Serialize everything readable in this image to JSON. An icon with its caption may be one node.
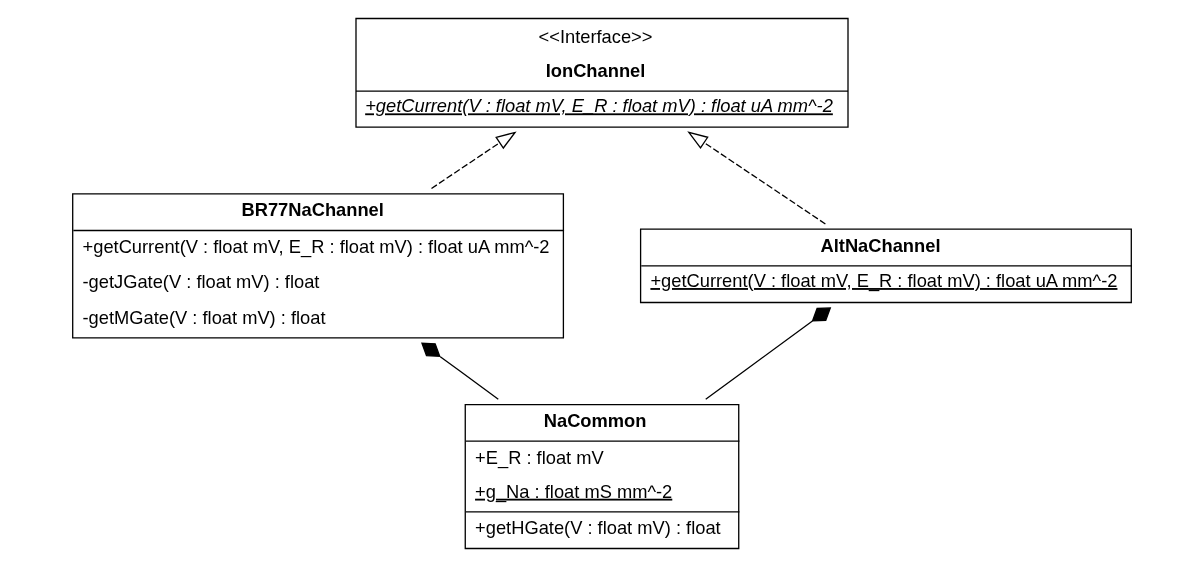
{
  "diagram": {
    "nodes": [
      {
        "text": [
          "<<Interface>>",
          "IonChannel",
          "+getCurrent(V : float mV, E_R : float mV) : float uA mm^-2"
        ]
      },
      {
        "text": [
          "BR77NaChannel",
          "+getCurrent(V : float mV, E_R : float mV) : float uA mm^-2",
          "-getJGate(V : float mV) : float",
          "-getMGate(V : float mV) : float"
        ]
      },
      {
        "text": [
          "AltNaChannel",
          "+getCurrent(V : float mV, E_R : float mV) : float uA mm^-2"
        ]
      },
      {
        "text": [
          "NaCommon",
          "+E_R : float mV",
          "+g_Na : float mS mm^-2",
          "+getHGate(V : float mV) : float"
        ]
      }
    ],
    "edges": [
      {
        "from": 1,
        "to": 0,
        "arrow": "to",
        "style": "dashed"
      },
      {
        "from": 2,
        "to": 0,
        "arrow": "to",
        "style": "dashed"
      },
      {
        "from": 3,
        "to": 1,
        "arrow": "other"
      },
      {
        "from": 3,
        "to": 2,
        "arrow": "other"
      }
    ]
  }
}
